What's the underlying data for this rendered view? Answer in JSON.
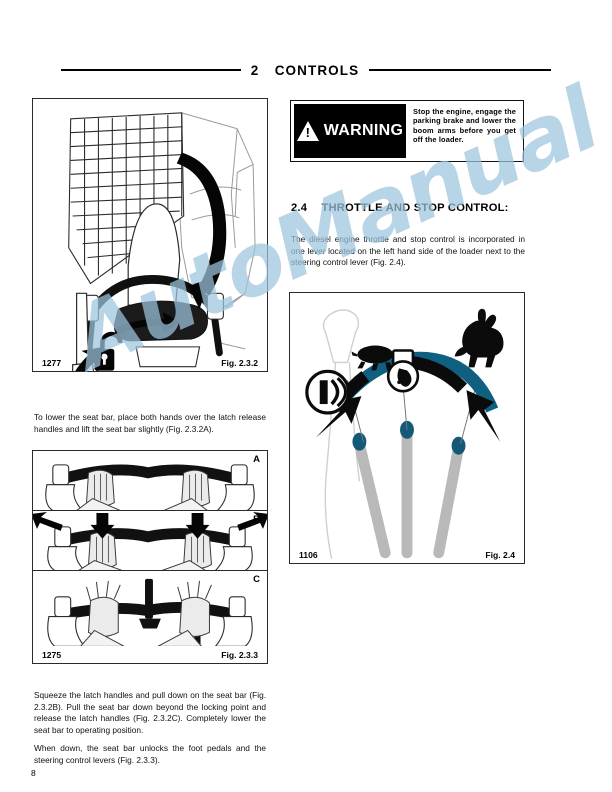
{
  "header": {
    "chapter_number": "2",
    "chapter_title": "CONTROLS"
  },
  "watermark": {
    "text": "AutoManual",
    "color": "#9ec6e0"
  },
  "warning": {
    "banner_label": "WARNING",
    "icon": "warning-triangle-icon",
    "text": "Stop the engine, engage the parking brake and lower the boom arms before you get off the loader."
  },
  "section_24": {
    "number": "2.4",
    "title": "THROTTLE AND STOP CONTROL:",
    "body": "The diesel engine throttle and stop control is incorporated in one lever located on the left hand side of the loader next to the steering control lever (Fig. 2.4)."
  },
  "figures": {
    "fig_232": {
      "number": "1277",
      "label": "Fig. 2.3.2",
      "alt": "Operator cab interior with seat, seat bar, rear window screen and foot pedals; curved arrow shows seat bar lowering; open padlock symbol indicates pedals unlocked"
    },
    "fig_233": {
      "number": "1275",
      "label": "Fig. 2.3.3",
      "panels": [
        {
          "letter": "A",
          "alt": "Both hands placed over the latch release handles, seat bar lifted slightly"
        },
        {
          "letter": "B",
          "alt": "Hands squeeze the latch handles and pull down on the seat bar, arrows show direction"
        },
        {
          "letter": "C",
          "alt": "Latch handles released, seat bar completely lowered to operating position"
        }
      ]
    },
    "fig_24": {
      "number": "1106",
      "label": "Fig. 2.4",
      "alt": "Throttle and stop control lever travel with stop, slow (turtle) and fast (rabbit) symbols",
      "symbols": [
        {
          "name": "stop-symbol",
          "meaning": "Stop"
        },
        {
          "name": "turtle-icon",
          "meaning": "Slow idle"
        },
        {
          "name": "glow-plug-icon",
          "meaning": "Run"
        },
        {
          "name": "rabbit-icon",
          "meaning": "Full throttle"
        }
      ]
    }
  },
  "paragraphs": {
    "lower_seat_bar": "To lower the seat bar, place both hands over the latch release handles and lift the seat bar slightly (Fig. 2.3.2A).",
    "squeeze_latch": "Squeeze the latch handles and pull down on the seat bar (Fig. 2.3.2B). Pull the seat bar down beyond the locking point and release the latch handles (Fig. 2.3.2C). Completely lower the seat bar to operating position.",
    "when_down": "When down, the seat bar unlocks the foot pedals and the steering control levers (Fig. 2.3.3)."
  },
  "page_number": "8"
}
